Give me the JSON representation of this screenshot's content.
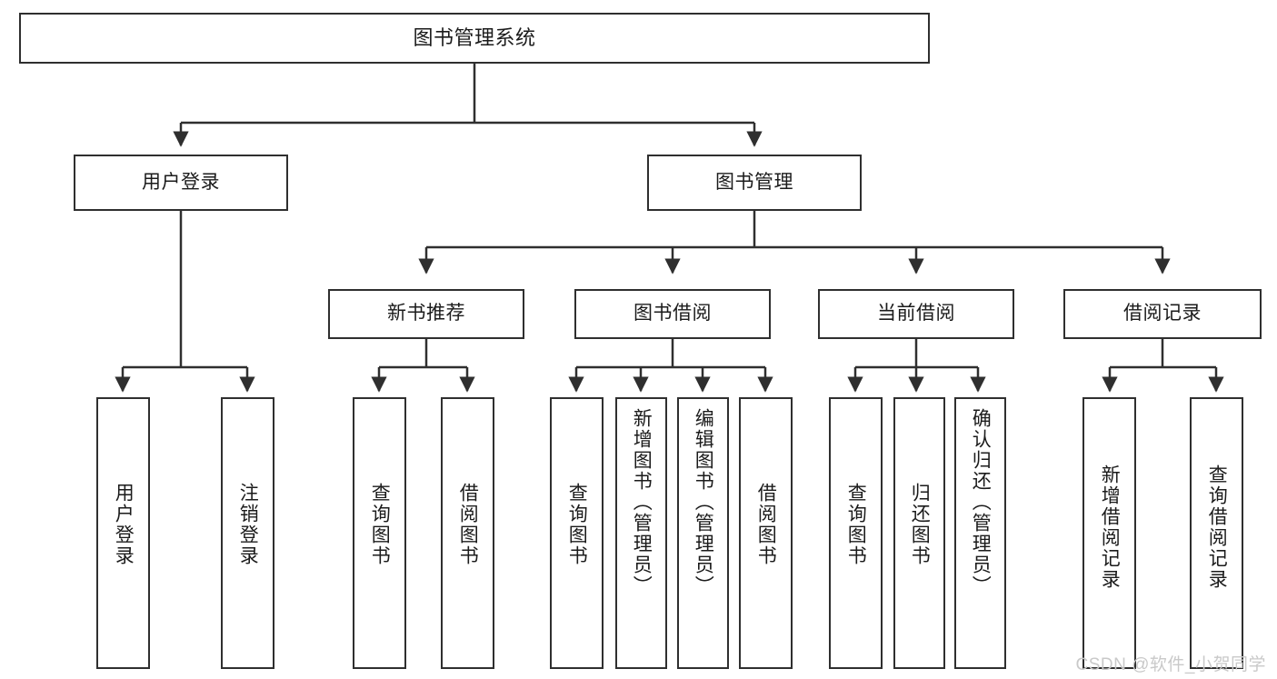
{
  "diagram": {
    "title": "图书管理系统",
    "watermark": "CSDN @软件_小贺同学",
    "colors": {
      "stroke": "#2f2f2f",
      "text": "#1b1b1b",
      "background": "#ffffff",
      "watermark": "#c9c9c9"
    },
    "root": {
      "label": "图书管理系统"
    },
    "level2": [
      {
        "label": "用户登录"
      },
      {
        "label": "图书管理"
      }
    ],
    "level3": [
      {
        "label": "新书推荐"
      },
      {
        "label": "图书借阅"
      },
      {
        "label": "当前借阅"
      },
      {
        "label": "借阅记录"
      }
    ],
    "leaves": {
      "user_login": [
        {
          "label": "用户登录"
        },
        {
          "label": "注销登录"
        }
      ],
      "new_book_recommend": [
        {
          "label": "查询图书"
        },
        {
          "label": "借阅图书"
        }
      ],
      "book_borrow": [
        {
          "label": "查询图书"
        },
        {
          "label": "新增图书（管理员）"
        },
        {
          "label": "编辑图书（管理员）"
        },
        {
          "label": "借阅图书"
        }
      ],
      "current_borrow": [
        {
          "label": "查询图书"
        },
        {
          "label": "归还图书"
        },
        {
          "label": "确认归还（管理员）"
        }
      ],
      "borrow_record": [
        {
          "label": "新增借阅记录"
        },
        {
          "label": "查询借阅记录"
        }
      ]
    }
  }
}
